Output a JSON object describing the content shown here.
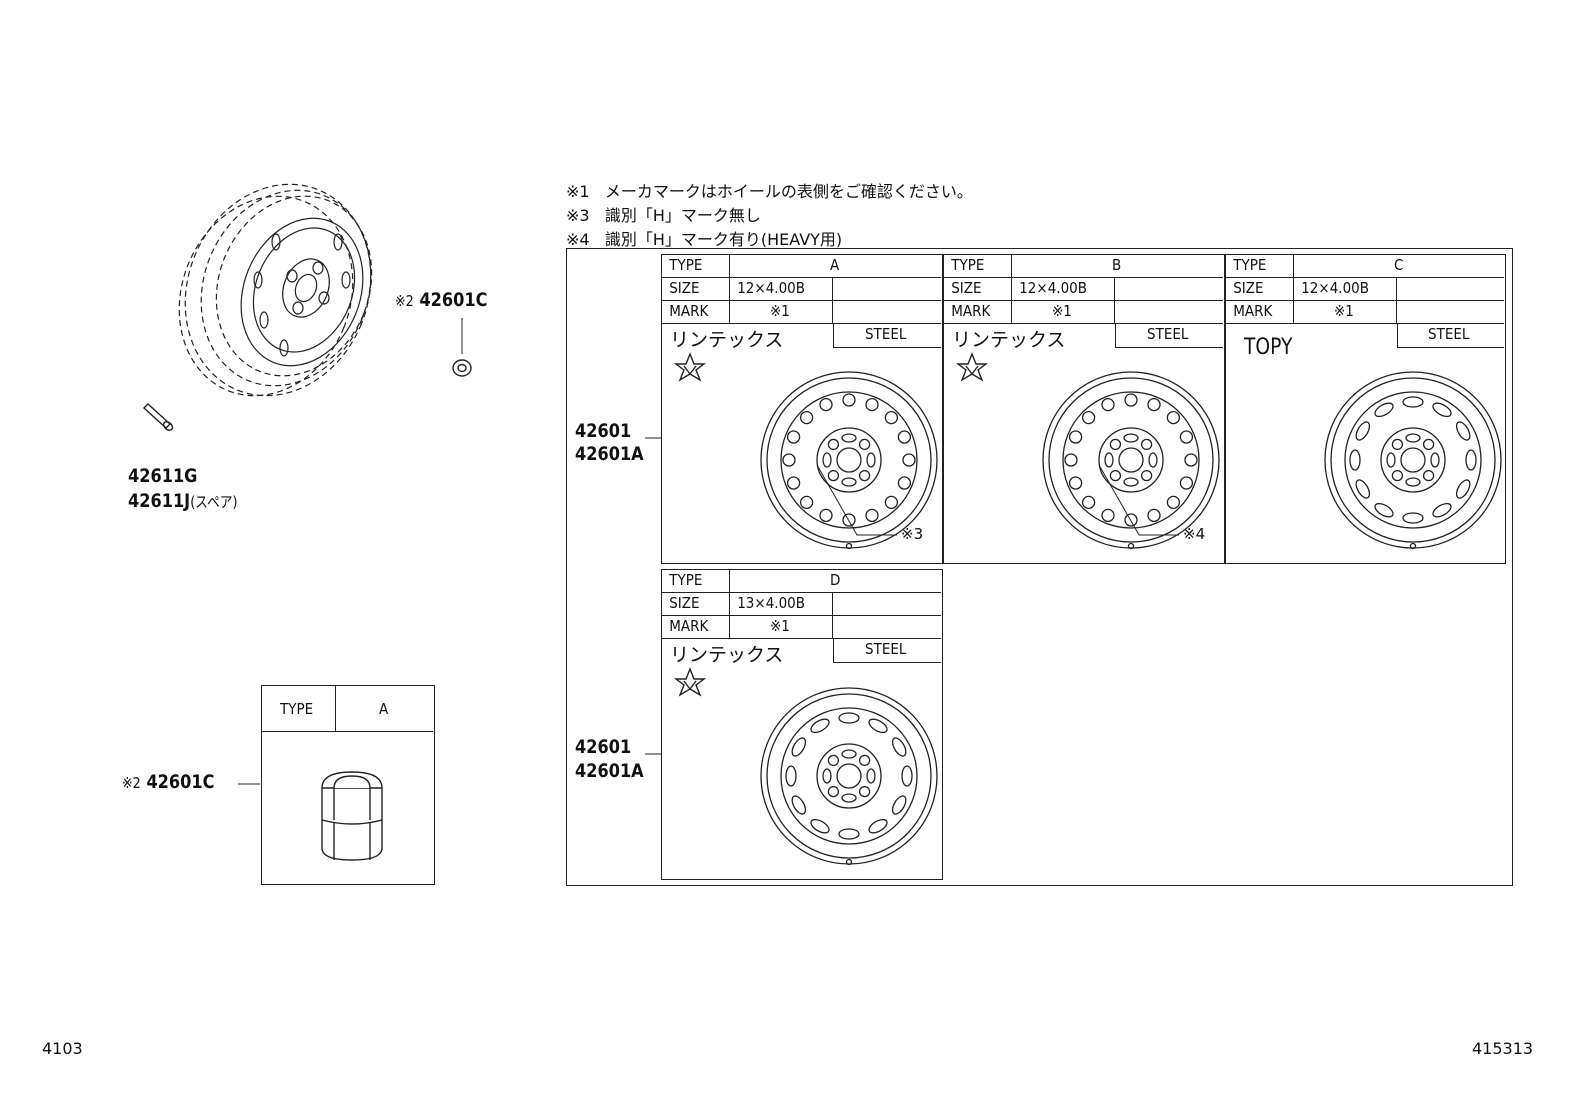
{
  "notes": [
    {
      "mark": "※1",
      "text": "メーカマークはホイールの表側をご確認ください。"
    },
    {
      "mark": "※3",
      "text": "識別「H」マーク無し"
    },
    {
      "mark": "※4",
      "text": "識別「H」マーク有り(HEAVY用)"
    }
  ],
  "left": {
    "nut_label_mark": "※2",
    "nut_label_part": "42601C",
    "valve_part_1": "42611G",
    "valve_part_2": "42611J",
    "valve_part_2_suffix": "(スペア)",
    "nut_table": {
      "type_label": "TYPE",
      "type_value": "A"
    },
    "nut_callout_mark": "※2",
    "nut_callout_part": "42601C"
  },
  "wheel_callout_top": {
    "part_1": "42601",
    "part_2": "42601A"
  },
  "wheel_callout_bottom": {
    "part_1": "42601",
    "part_2": "42601A"
  },
  "wheels": [
    {
      "type_label": "TYPE",
      "type": "A",
      "size_label": "SIZE",
      "size": "12×4.00B",
      "mark_label": "MARK",
      "mark": "※1",
      "maker": "リンテックス",
      "material": "STEEL",
      "callout": "※3"
    },
    {
      "type_label": "TYPE",
      "type": "B",
      "size_label": "SIZE",
      "size": "12×4.00B",
      "mark_label": "MARK",
      "mark": "※1",
      "maker": "リンテックス",
      "material": "STEEL",
      "callout": "※4"
    },
    {
      "type_label": "TYPE",
      "type": "C",
      "size_label": "SIZE",
      "size": "12×4.00B",
      "mark_label": "MARK",
      "mark": "※1",
      "maker": "TOPY",
      "material": "STEEL",
      "callout": ""
    },
    {
      "type_label": "TYPE",
      "type": "D",
      "size_label": "SIZE",
      "size": "13×4.00B",
      "mark_label": "MARK",
      "mark": "※1",
      "maker": "リンテックス",
      "material": "STEEL",
      "callout": ""
    }
  ],
  "footer": {
    "left_code": "4103",
    "right_code": "415313"
  }
}
